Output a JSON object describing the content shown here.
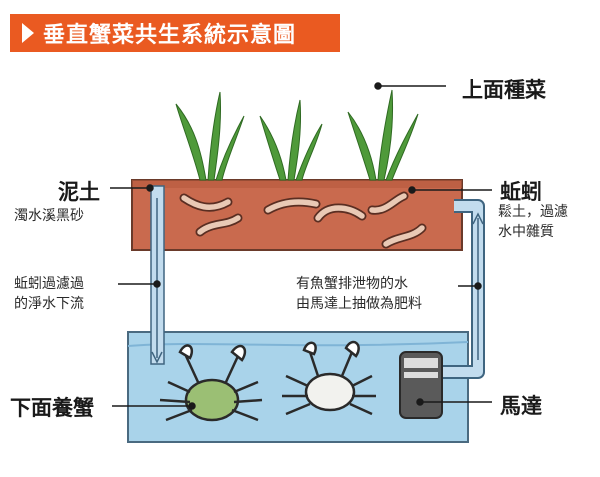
{
  "title": "垂直蟹菜共生系統示意圖",
  "labels": {
    "vegetables": "上面種菜",
    "soil": "泥土",
    "soil_desc": "濁水溪黑砂",
    "earthworm": "蚯蚓",
    "earthworm_desc": [
      "鬆土，過濾",
      "水中雜質"
    ],
    "filter_flow": [
      "蚯蚓過濾過",
      "的淨水下流"
    ],
    "fertilizer_flow": [
      "有魚蟹排泄物的水",
      "由馬達上抽做為肥料"
    ],
    "crabs": "下面養蟹",
    "motor": "馬達"
  },
  "colors": {
    "banner": "#ea5a21",
    "soil": "#c96a4e",
    "water": "#a9d3ea",
    "pipe": "#8fb8d8",
    "leaf": "#4f9a3a",
    "worm": "#e9c9b5",
    "crab": "#3a3a3a"
  }
}
